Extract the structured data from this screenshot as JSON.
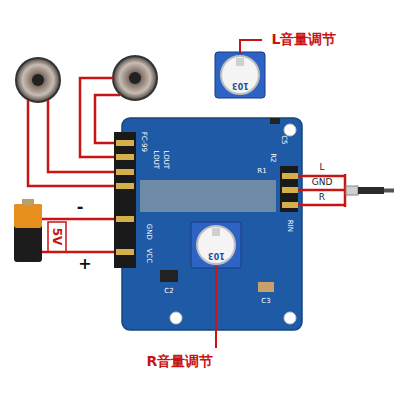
{
  "diagram": {
    "labels": [
      "L音量调节",
      "R音量调节",
      "5V",
      "-",
      "+",
      "L",
      "GND",
      "R",
      "FC-99",
      "LOUT",
      "LOUT",
      "GND",
      "VCC",
      "C5",
      "R2",
      "R1",
      "C3",
      "C2",
      "RIN",
      "103",
      "103"
    ]
  }
}
